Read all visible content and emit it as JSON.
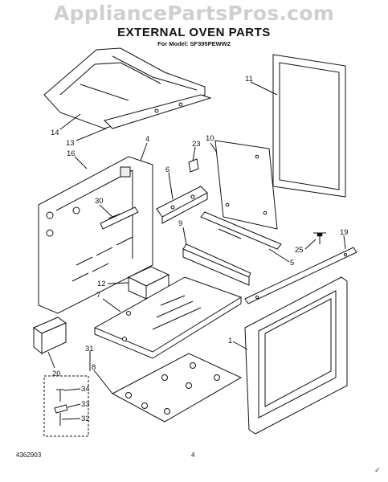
{
  "watermark": "AppliancePartsPros.com",
  "title": "EXTERNAL OVEN PARTS",
  "subtitle": "For Model: SF395PEWW2",
  "footer": {
    "doc_number": "4362903",
    "page_number": "4"
  },
  "corner_mark": "✓",
  "callouts": {
    "c1": "1",
    "c4": "4",
    "c5": "5",
    "c6": "6",
    "c7": "7",
    "c8": "8",
    "c9": "9",
    "c10": "10",
    "c11": "11",
    "c12": "12",
    "c13": "13",
    "c14": "14",
    "c16": "16",
    "c19": "19",
    "c20": "20",
    "c23": "23",
    "c25": "25",
    "c30": "30",
    "c31": "31",
    "c32": "32",
    "c33": "33",
    "c34": "34"
  }
}
